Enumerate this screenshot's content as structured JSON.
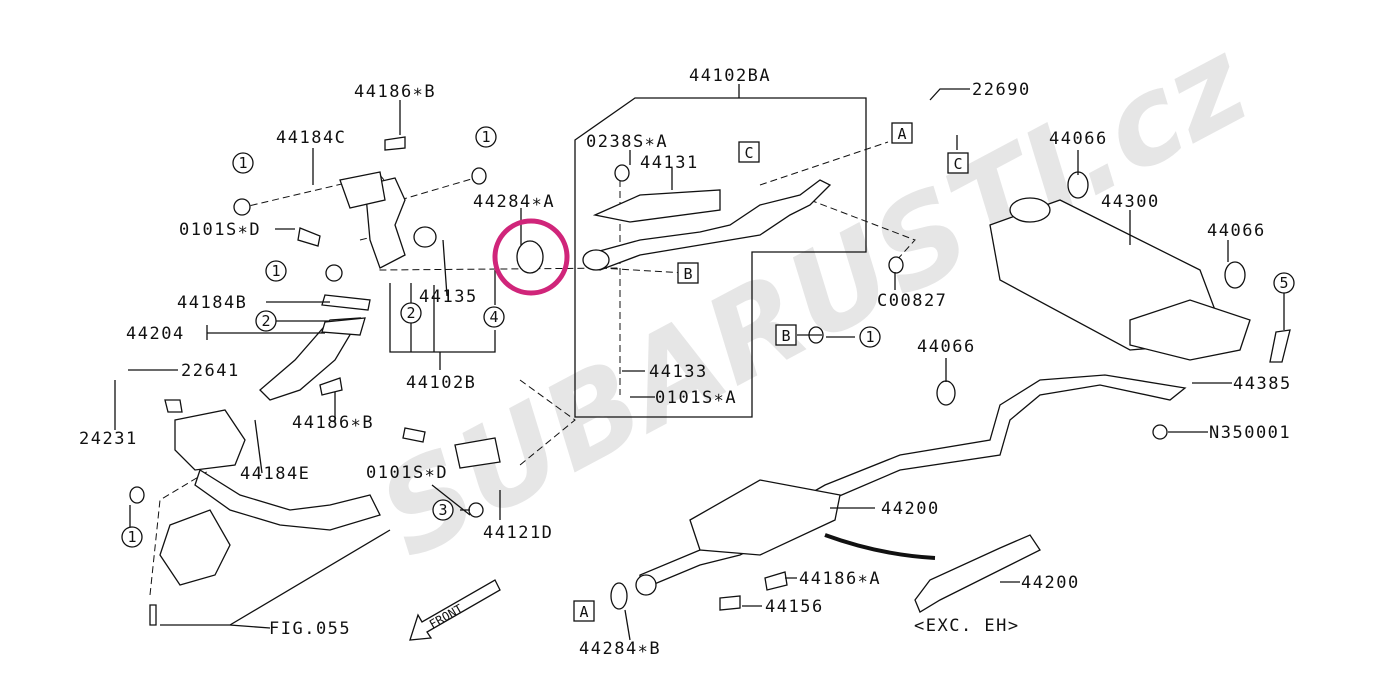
{
  "watermark": "SUBARUSTI.cz",
  "highlight_color": "#d0257a",
  "labels": [
    "44186∗B",
    "44184C",
    "0101S∗D",
    "44284∗A",
    "44184B",
    "44204",
    "22641",
    "24231",
    "44186∗B",
    "44184E",
    "44135",
    "44102B",
    "44102BA",
    "0238S∗A",
    "44131",
    "44133",
    "0101S∗A",
    "22690",
    "C00827",
    "44066",
    "44300",
    "44066",
    "44066",
    "44385",
    "N350001",
    "0101S∗D",
    "44121D",
    "44200",
    "44186∗A",
    "44156",
    "44200",
    "<EXC. EH>",
    "44284∗B",
    "FIG.055"
  ],
  "circled": [
    "1",
    "1",
    "1",
    "1",
    "1",
    "2",
    "2",
    "3",
    "4",
    "5"
  ],
  "boxed": [
    "A",
    "C",
    "B",
    "C",
    "B",
    "A"
  ],
  "front_label": "FRONT"
}
